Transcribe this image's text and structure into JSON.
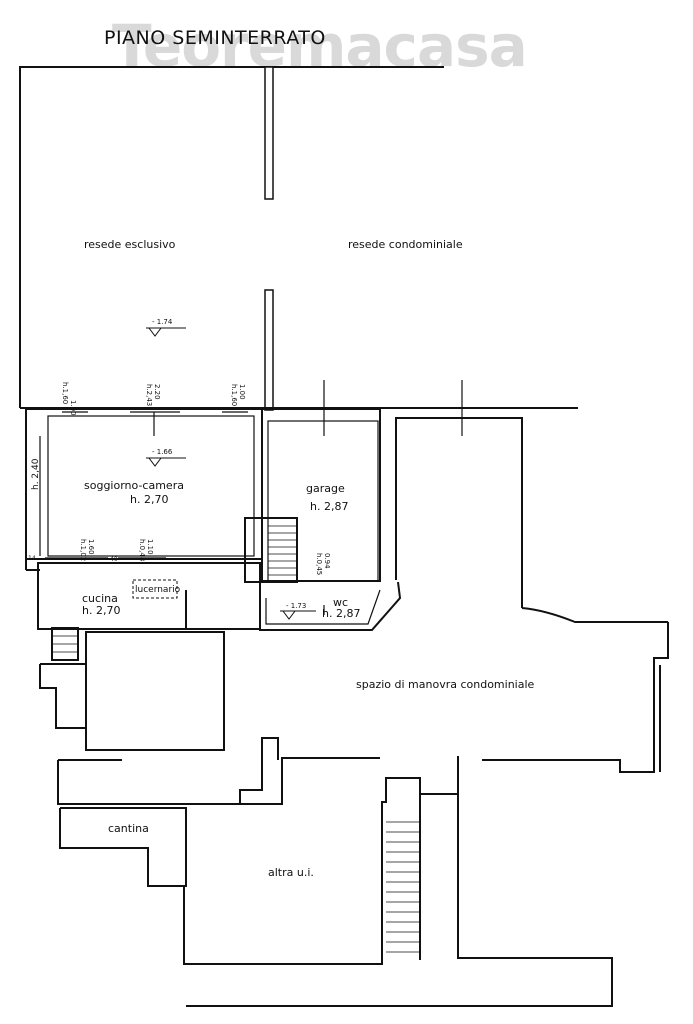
{
  "title": "PIANO SEMINTERRATO",
  "watermark": "Teoremacasa",
  "rooms": {
    "resede_esclusivo": "resede esclusivo",
    "resede_condominiale": "resede condominiale",
    "soggiorno": "soggiorno-camera",
    "soggiorno_h": "h. 2,70",
    "garage": "garage",
    "garage_h": "h. 2,87",
    "cucina": "cucina",
    "cucina_h": "h. 2,70",
    "lucernario": "lucernario",
    "wc": "wc",
    "wc_h": "h. 2,87",
    "spazio": "spazio di manovra condominiale",
    "cantina": "cantina",
    "altra": "altra u.i."
  },
  "levels": {
    "resede": "- 1.74",
    "soggiorno": "- 1.66",
    "wc": "- 1.73"
  },
  "dims": {
    "h240": "h. 2,40",
    "w1_top": "1.00",
    "w1_bot": "h.1,60",
    "w2_top": "2.20",
    "w2_bot": "h.2,43",
    "w3_top": "1.00",
    "w3_bot": "h.1,60",
    "w4_top": "1.60",
    "w4_bot": "h.1,02",
    "w5_top": "1.10",
    "w5_bot": "h.0,48",
    "w6_top": "0.94",
    "w6_bot": "h.0,45",
    "small_14": "14",
    "small_40": "40"
  }
}
